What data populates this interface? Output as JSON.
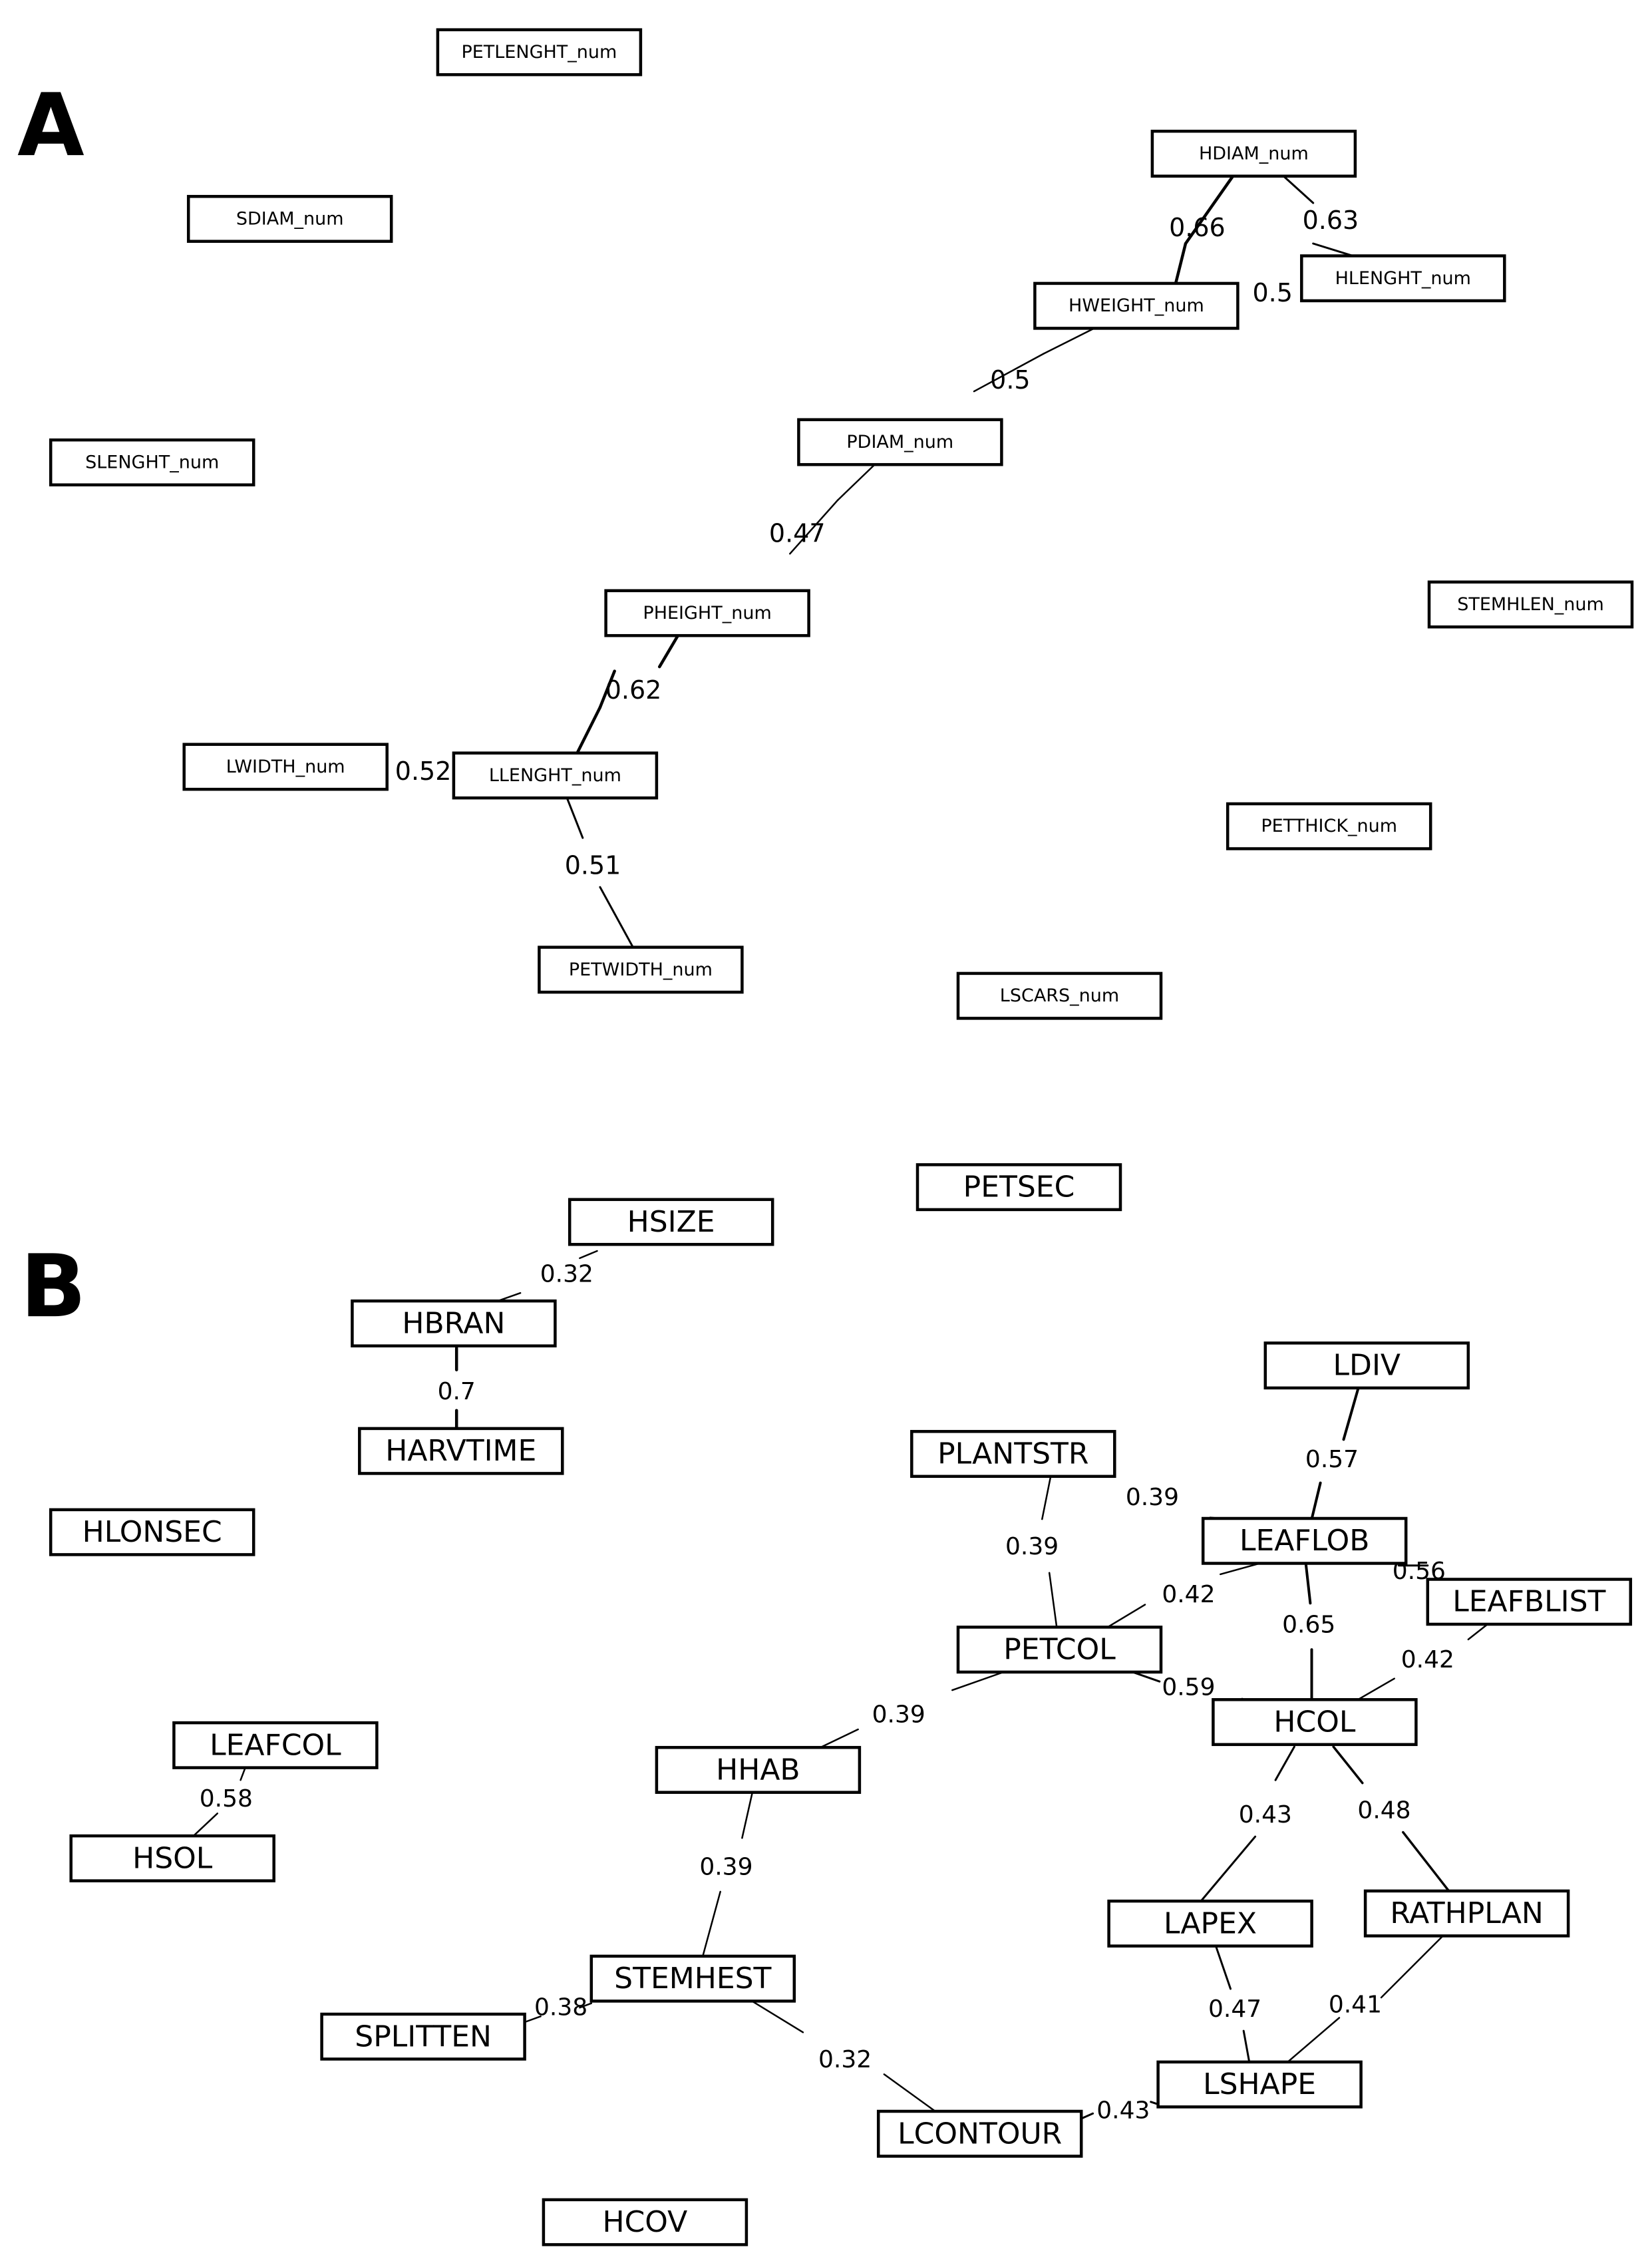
{
  "panels": [
    {
      "id": "A",
      "label": "A",
      "nodes": [
        {
          "id": "PETLENGHT_num",
          "label": "PETLENGHT_num"
        },
        {
          "id": "SDIAM_num",
          "label": "SDIAM_num"
        },
        {
          "id": "HDIAM_num",
          "label": "HDIAM_num"
        },
        {
          "id": "HLENGHT_num",
          "label": "HLENGHT_num"
        },
        {
          "id": "HWEIGHT_num",
          "label": "HWEIGHT_num"
        },
        {
          "id": "SLENGHT_num",
          "label": "SLENGHT_num"
        },
        {
          "id": "PDIAM_num",
          "label": "PDIAM_num"
        },
        {
          "id": "STEMHLEN_num",
          "label": "STEMHLEN_num"
        },
        {
          "id": "PHEIGHT_num",
          "label": "PHEIGHT_num"
        },
        {
          "id": "LWIDTH_num",
          "label": "LWIDTH_num"
        },
        {
          "id": "LLENGHT_num",
          "label": "LLENGHT_num"
        },
        {
          "id": "PETTHICK_num",
          "label": "PETTHICK_num"
        },
        {
          "id": "PETWIDTH_num",
          "label": "PETWIDTH_num"
        },
        {
          "id": "LSCARS_num",
          "label": "LSCARS_num"
        }
      ],
      "edges": [
        {
          "source": "HDIAM_num",
          "target": "HWEIGHT_num",
          "weight": "0.66"
        },
        {
          "source": "HDIAM_num",
          "target": "HLENGHT_num",
          "weight": "0.63"
        },
        {
          "source": "HWEIGHT_num",
          "target": "HLENGHT_num",
          "weight": "0.5"
        },
        {
          "source": "HWEIGHT_num",
          "target": "PDIAM_num",
          "weight": "0.5"
        },
        {
          "source": "PDIAM_num",
          "target": "PHEIGHT_num",
          "weight": "0.47"
        },
        {
          "source": "PHEIGHT_num",
          "target": "LLENGHT_num",
          "weight": "0.62"
        },
        {
          "source": "LWIDTH_num",
          "target": "LLENGHT_num",
          "weight": "0.52"
        },
        {
          "source": "LLENGHT_num",
          "target": "PETWIDTH_num",
          "weight": "0.51"
        }
      ]
    },
    {
      "id": "B",
      "label": "B",
      "nodes": [
        {
          "id": "HSIZE",
          "label": "HSIZE"
        },
        {
          "id": "PETSEC",
          "label": "PETSEC"
        },
        {
          "id": "HBRAN",
          "label": "HBRAN"
        },
        {
          "id": "HARVTIME",
          "label": "HARVTIME"
        },
        {
          "id": "LDIV",
          "label": "LDIV"
        },
        {
          "id": "PLANTSTR",
          "label": "PLANTSTR"
        },
        {
          "id": "HLONSEC",
          "label": "HLONSEC"
        },
        {
          "id": "LEAFLOB",
          "label": "LEAFLOB"
        },
        {
          "id": "LEAFBLIST",
          "label": "LEAFBLIST"
        },
        {
          "id": "PETCOL",
          "label": "PETCOL"
        },
        {
          "id": "HCOL",
          "label": "HCOL"
        },
        {
          "id": "LEAFCOL",
          "label": "LEAFCOL"
        },
        {
          "id": "HHAB",
          "label": "HHAB"
        },
        {
          "id": "HSOL",
          "label": "HSOL"
        },
        {
          "id": "LAPEX",
          "label": "LAPEX"
        },
        {
          "id": "RATHPLAN",
          "label": "RATHPLAN"
        },
        {
          "id": "STEMHEST",
          "label": "STEMHEST"
        },
        {
          "id": "SPLITTEN",
          "label": "SPLITTEN"
        },
        {
          "id": "LSHAPE",
          "label": "LSHAPE"
        },
        {
          "id": "LCONTOUR",
          "label": "LCONTOUR"
        },
        {
          "id": "HCOV",
          "label": "HCOV"
        }
      ],
      "edges": [
        {
          "source": "HSIZE",
          "target": "HBRAN",
          "weight": "0.32"
        },
        {
          "source": "HBRAN",
          "target": "HARVTIME",
          "weight": "0.7"
        },
        {
          "source": "LDIV",
          "target": "LEAFLOB",
          "weight": "0.57"
        },
        {
          "source": "PLANTSTR",
          "target": "LEAFLOB",
          "weight": "0.39"
        },
        {
          "source": "PLANTSTR",
          "target": "PETCOL",
          "weight": "0.39"
        },
        {
          "source": "LEAFLOB",
          "target": "LEAFBLIST",
          "weight": "0.56"
        },
        {
          "source": "LEAFLOB",
          "target": "PETCOL",
          "weight": "0.42"
        },
        {
          "source": "LEAFLOB",
          "target": "HCOL",
          "weight": "0.65"
        },
        {
          "source": "LEAFBLIST",
          "target": "HCOL",
          "weight": "0.42"
        },
        {
          "source": "PETCOL",
          "target": "HCOL",
          "weight": "0.59"
        },
        {
          "source": "PETCOL",
          "target": "HHAB",
          "weight": "0.39"
        },
        {
          "source": "LEAFCOL",
          "target": "HSOL",
          "weight": "0.58"
        },
        {
          "source": "HCOL",
          "target": "LAPEX",
          "weight": "0.43"
        },
        {
          "source": "HCOL",
          "target": "RATHPLAN",
          "weight": "0.48"
        },
        {
          "source": "HHAB",
          "target": "STEMHEST",
          "weight": "0.39"
        },
        {
          "source": "STEMHEST",
          "target": "SPLITTEN",
          "weight": "0.38"
        },
        {
          "source": "STEMHEST",
          "target": "LCONTOUR",
          "weight": "0.32"
        },
        {
          "source": "LAPEX",
          "target": "LSHAPE",
          "weight": "0.47"
        },
        {
          "source": "RATHPLAN",
          "target": "LSHAPE",
          "weight": "0.41"
        },
        {
          "source": "LSHAPE",
          "target": "LCONTOUR",
          "weight": "0.43"
        }
      ]
    }
  ]
}
